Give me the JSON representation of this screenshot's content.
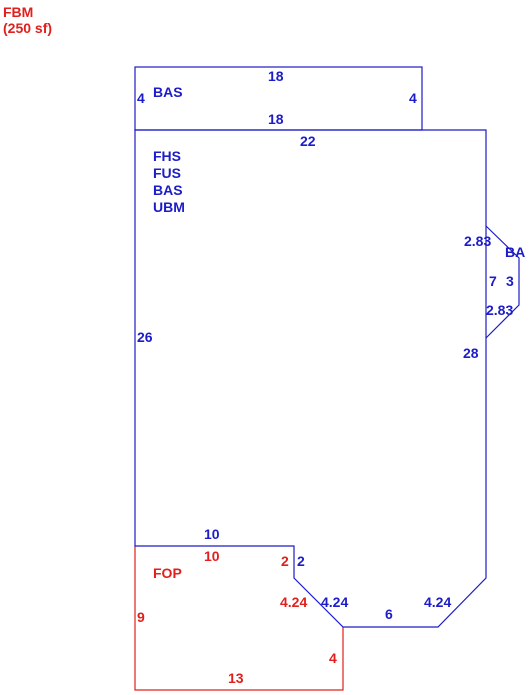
{
  "colors": {
    "blue": "#1c1cc8",
    "red": "#e0201c"
  },
  "header": {
    "code": "FBM",
    "area": "(250 sf)"
  },
  "areas": {
    "top_box_code": "BAS",
    "main_codes": [
      "FHS",
      "FUS",
      "BAS",
      "UBM"
    ],
    "bay_code": "BA",
    "porch_code": "FOP"
  },
  "dimensions": {
    "top_box": {
      "top": "18",
      "bottom": "18",
      "left": "4",
      "right": "4"
    },
    "main": {
      "top": "22",
      "left": "26",
      "right": "28",
      "bottom_left": "10",
      "notch": "2",
      "diag_left": "4.24",
      "bottom": "6",
      "diag_right": "4.24"
    },
    "bay": {
      "diag_top": "2.83",
      "depth": "7",
      "width": "3",
      "diag_bottom": "2.83"
    },
    "porch": {
      "top": "10",
      "notch": "2",
      "diag": "4.24",
      "left": "9",
      "right": "4",
      "bottom": "13"
    }
  }
}
